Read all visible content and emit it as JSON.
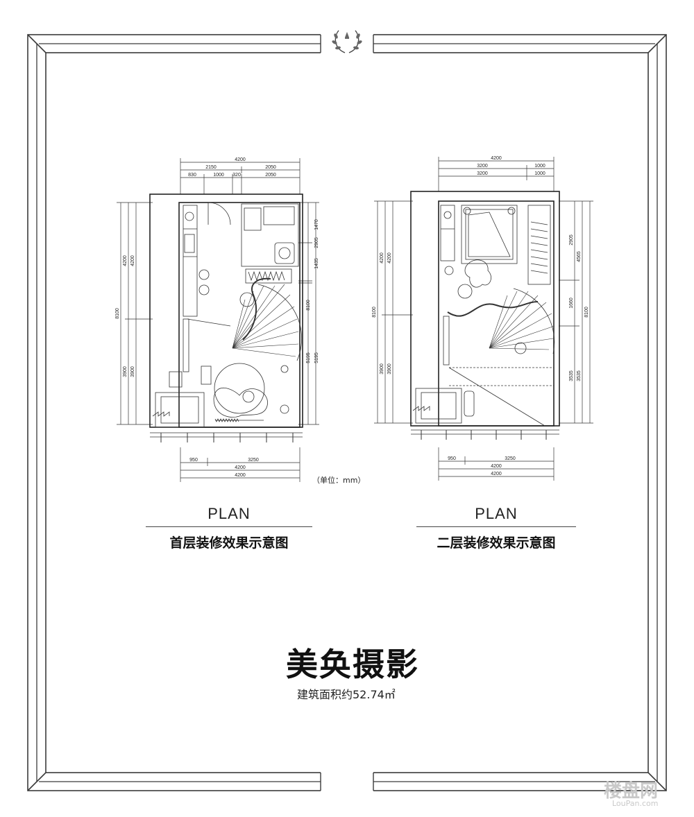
{
  "colors": {
    "line": "#333333",
    "frame": "#3a3a3a",
    "watermark": "#c9c9c9"
  },
  "emblem": {
    "icon": "laurel-wreath-icon"
  },
  "units_note": "（单位：mm）",
  "title": "美奂摄影",
  "area_text": "建筑面积约52.74㎡",
  "watermark": {
    "logo": "楼盘网",
    "url": "LouPan.com"
  },
  "plan1": {
    "label": "PLAN",
    "caption": "首层装修效果示意图",
    "dims": {
      "top_total": "4200",
      "top_a1": "2150",
      "top_a2": "2050",
      "top_b1": "830",
      "top_b2": "1000",
      "top_b3": "320",
      "top_b4": "2050",
      "bot_a1": "950",
      "bot_a2": "3250",
      "bot_total1": "4200",
      "bot_total2": "4200",
      "left_total": "8100",
      "left_u1": "4200",
      "left_u2": "4200",
      "left_l1": "3900",
      "left_l2": "3900",
      "right_a": "1470",
      "right_b": "2905",
      "right_c": "1435",
      "right_total": "8100",
      "right_d": "5195",
      "right_e": "5195"
    }
  },
  "plan2": {
    "label": "PLAN",
    "caption": "二层装修效果示意图",
    "dims": {
      "top_total": "4200",
      "top_a1": "3200",
      "top_a2": "1000",
      "top_b1": "3200",
      "top_b2": "1000",
      "bot_a1": "950",
      "bot_a2": "3250",
      "bot_total1": "4200",
      "bot_total2": "4200",
      "left_total": "8100",
      "left_u1": "4200",
      "left_u2": "4200",
      "left_l1": "3900",
      "left_l2": "3900",
      "right_a": "2905",
      "right_b": "4565",
      "right_c": "1660",
      "right_total": "8100",
      "right_d": "3535",
      "right_e": "3535"
    }
  }
}
